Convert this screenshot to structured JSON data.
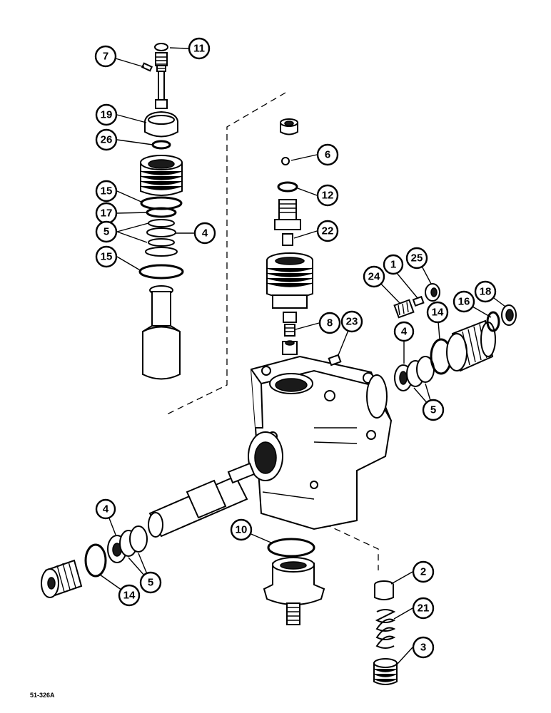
{
  "diagram": {
    "reference_code": "51-326A",
    "callouts": [
      {
        "id": "c11",
        "label": "11"
      },
      {
        "id": "c7",
        "label": "7"
      },
      {
        "id": "c19",
        "label": "19"
      },
      {
        "id": "c26",
        "label": "26"
      },
      {
        "id": "c15a",
        "label": "15"
      },
      {
        "id": "c17",
        "label": "17"
      },
      {
        "id": "c5a",
        "label": "5"
      },
      {
        "id": "c4a",
        "label": "4"
      },
      {
        "id": "c15b",
        "label": "15"
      },
      {
        "id": "c6",
        "label": "6"
      },
      {
        "id": "c12",
        "label": "12"
      },
      {
        "id": "c22",
        "label": "22"
      },
      {
        "id": "c1",
        "label": "1"
      },
      {
        "id": "c25",
        "label": "25"
      },
      {
        "id": "c24",
        "label": "24"
      },
      {
        "id": "c16",
        "label": "16"
      },
      {
        "id": "c18",
        "label": "18"
      },
      {
        "id": "c14a",
        "label": "14"
      },
      {
        "id": "c8",
        "label": "8"
      },
      {
        "id": "c23",
        "label": "23"
      },
      {
        "id": "c4b",
        "label": "4"
      },
      {
        "id": "c5b",
        "label": "5"
      },
      {
        "id": "c10",
        "label": "10"
      },
      {
        "id": "c4c",
        "label": "4"
      },
      {
        "id": "c5c",
        "label": "5"
      },
      {
        "id": "c14b",
        "label": "14"
      },
      {
        "id": "c2",
        "label": "2"
      },
      {
        "id": "c21",
        "label": "21"
      },
      {
        "id": "c3",
        "label": "3"
      }
    ]
  }
}
